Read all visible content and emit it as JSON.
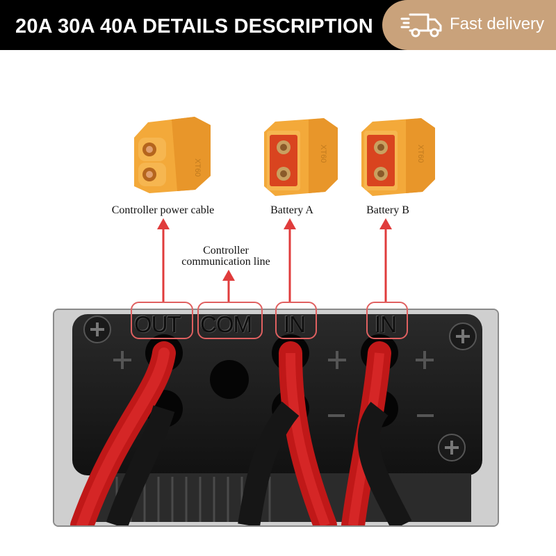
{
  "header": {
    "title": "20A 30A 40A DETAILS  DESCRIPTION",
    "delivery_label": "Fast delivery",
    "delivery_icon": "fast-truck-icon",
    "background_color": "#000000",
    "badge_color": "#c9a27b"
  },
  "labels": {
    "power_cable": "Controller power cable",
    "battery_a": "Battery A",
    "battery_b": "Battery B",
    "com_line_1": "Controller",
    "com_line_2": "communication line"
  },
  "ports": {
    "out": "OUT",
    "com": "COM",
    "in_a": "IN",
    "in_b": "IN"
  },
  "colors": {
    "arrow": "#e03c3c",
    "highlight": "#e06060",
    "connector": "#f2a533",
    "wire": "#d62020"
  }
}
